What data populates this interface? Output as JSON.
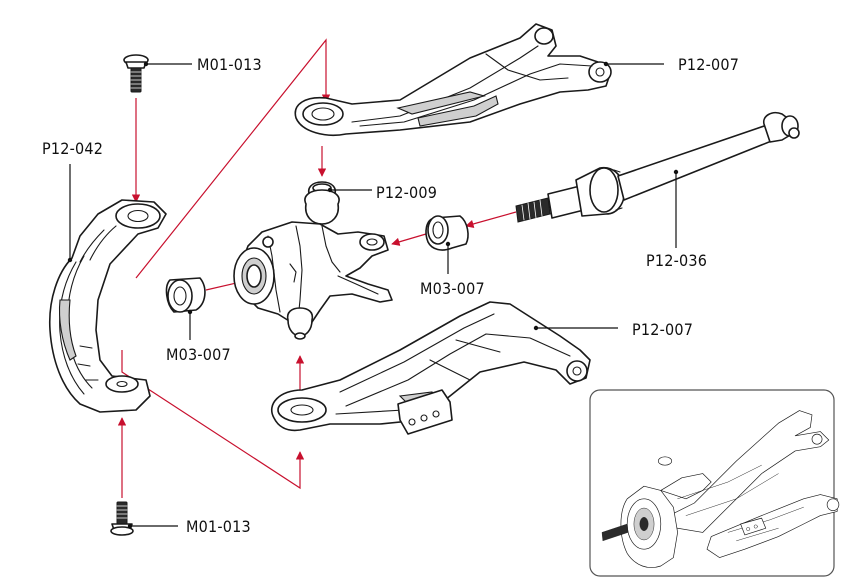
{
  "labels": {
    "screw_top": "M01-013",
    "upper_arm": "P12-007",
    "knuckle": "P12-042",
    "pivot_ball": "P12-009",
    "drive_shaft": "P12-036",
    "spacer_right": "M03-007",
    "spacer_left": "M03-007",
    "lower_arm": "P12-007",
    "screw_bottom": "M01-013"
  },
  "colors": {
    "arrow": "#c8102e",
    "line": "#1a1a1a",
    "background": "#ffffff"
  }
}
